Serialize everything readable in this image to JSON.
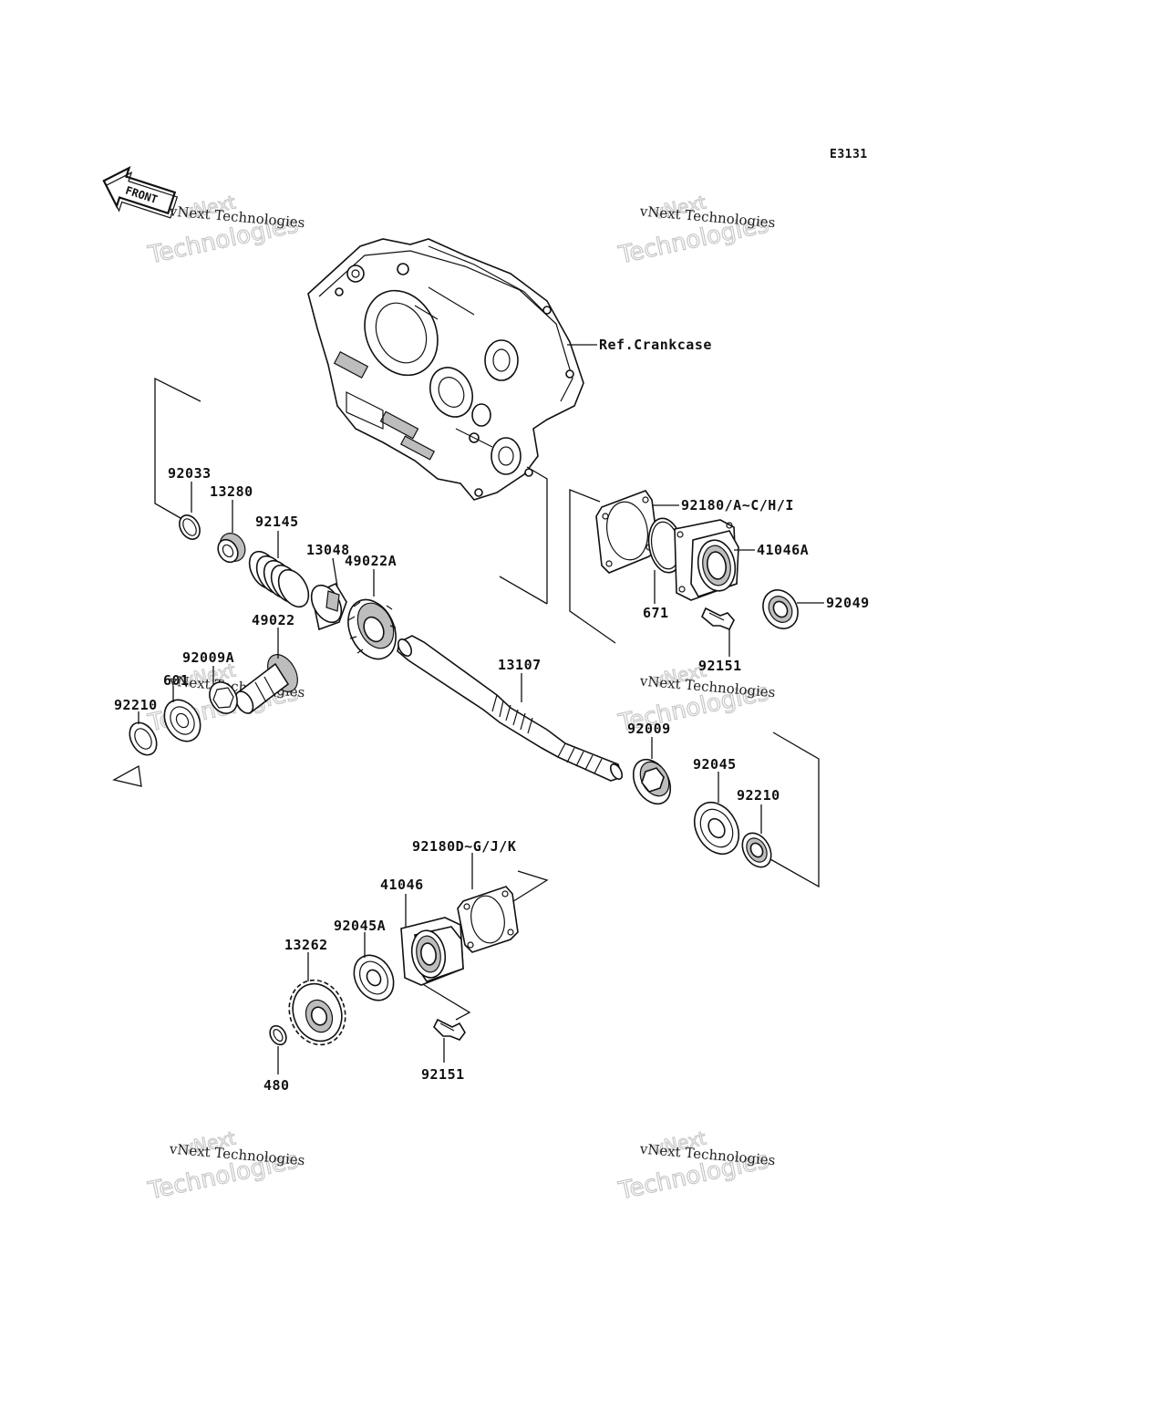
{
  "diagram_code": "E3131",
  "front_arrow_label": "FRONT",
  "ref_label": "Ref.Crankcase",
  "parts": {
    "p92033": "92033",
    "p13280": "13280",
    "p92145": "92145",
    "p13048": "13048",
    "p49022A": "49022A",
    "p49022": "49022",
    "p92009A": "92009A",
    "p601": "601",
    "p92210_left": "92210",
    "p13107": "13107",
    "p92180_top": "92180/A~C/H/I",
    "p41046A": "41046A",
    "p92049": "92049",
    "p671": "671",
    "p92151_top": "92151",
    "p92009": "92009",
    "p92045": "92045",
    "p92210_right": "92210",
    "p92180_bottom": "92180D~G/J/K",
    "p41046": "41046",
    "p92045A": "92045A",
    "p13262": "13262",
    "p480": "480",
    "p92151_bottom": "92151"
  },
  "watermark": {
    "line1": "vNext Technologies",
    "line2": "Technologies",
    "line3": "vNext"
  },
  "colors": {
    "ink": "#111111",
    "watermark": "#c8c8c8",
    "background": "#ffffff"
  }
}
